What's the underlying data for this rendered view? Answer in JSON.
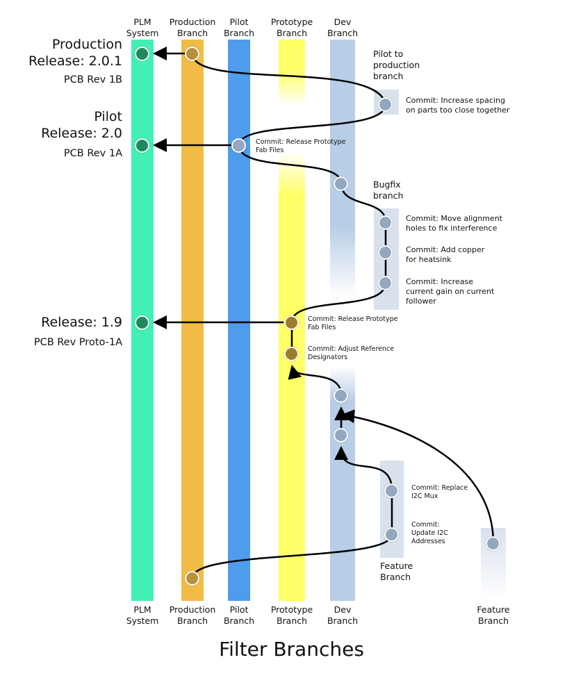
{
  "title": "Filter Branches",
  "colors": {
    "plm": "#42efb4",
    "production": "#f0bc45",
    "pilot": "#4f9cec",
    "prototype": "#ffff66",
    "dev": "#b8cde6",
    "feature_bg": "#d8e1ec",
    "node_green": "#1e8a5c",
    "node_gold": "#b8903a",
    "node_proto": "#9e7b2a",
    "node_blue": "#93a8bf"
  },
  "lanes_top": {
    "plm": "PLM\nSystem",
    "production": "Production\nBranch",
    "pilot": "Pilot\nBranch",
    "prototype": "Prototype\nBranch",
    "dev": "Dev\nBranch"
  },
  "lanes_bottom": {
    "plm": "PLM\nSystem",
    "production": "Production\nBranch",
    "pilot": "Pilot\nBranch",
    "prototype": "Prototype\nBranch",
    "dev": "Dev\nBranch",
    "feature": "Feature\nBranch"
  },
  "releases": [
    {
      "title": "Production\nRelease: 2.0.1",
      "sub": "PCB Rev 1B"
    },
    {
      "title": "Pilot\nRelease: 2.0",
      "sub": "PCB Rev 1A"
    },
    {
      "title": "Release: 1.9",
      "sub": "PCB Rev Proto-1A"
    }
  ],
  "branch_labels": {
    "pilot_to_production": "Pilot to\nproduction\nbranch",
    "bugfix": "Bugfix\nbranch",
    "feature": "Feature\nBranch"
  },
  "commits": {
    "spacing": "Commit: Increase spacing\non parts too close together",
    "pilot_release": "Commit: Release Prototype\nFab Files",
    "alignment": "Commit: Move alignment\nholes to fix interference",
    "copper": "Commit: Add copper\nfor heatsink",
    "current_gain": "Commit: Increase\ncurrent gain on current\nfollower",
    "proto_release": "Commit: Release Prototype\nFab Files",
    "ref_designators": "Commit: Adjust Reference\nDesignators",
    "i2c_mux": "Commit: Replace\nI2C Mux",
    "i2c_addr": "Commit:\nUpdate I2C\nAddresses"
  }
}
